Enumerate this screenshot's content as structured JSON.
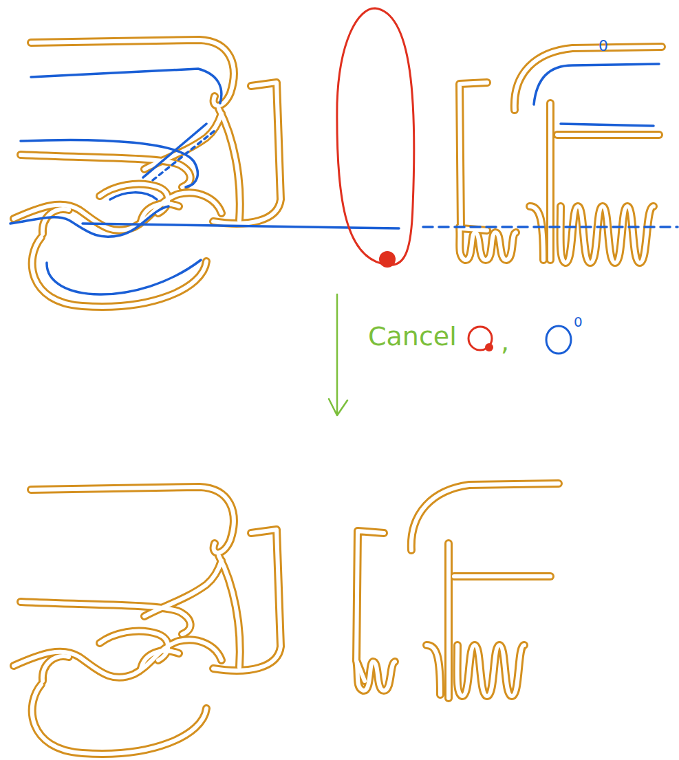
{
  "diagram": {
    "labels": [
      "0",
      "Cancel",
      ",",
      "0"
    ]
  }
}
